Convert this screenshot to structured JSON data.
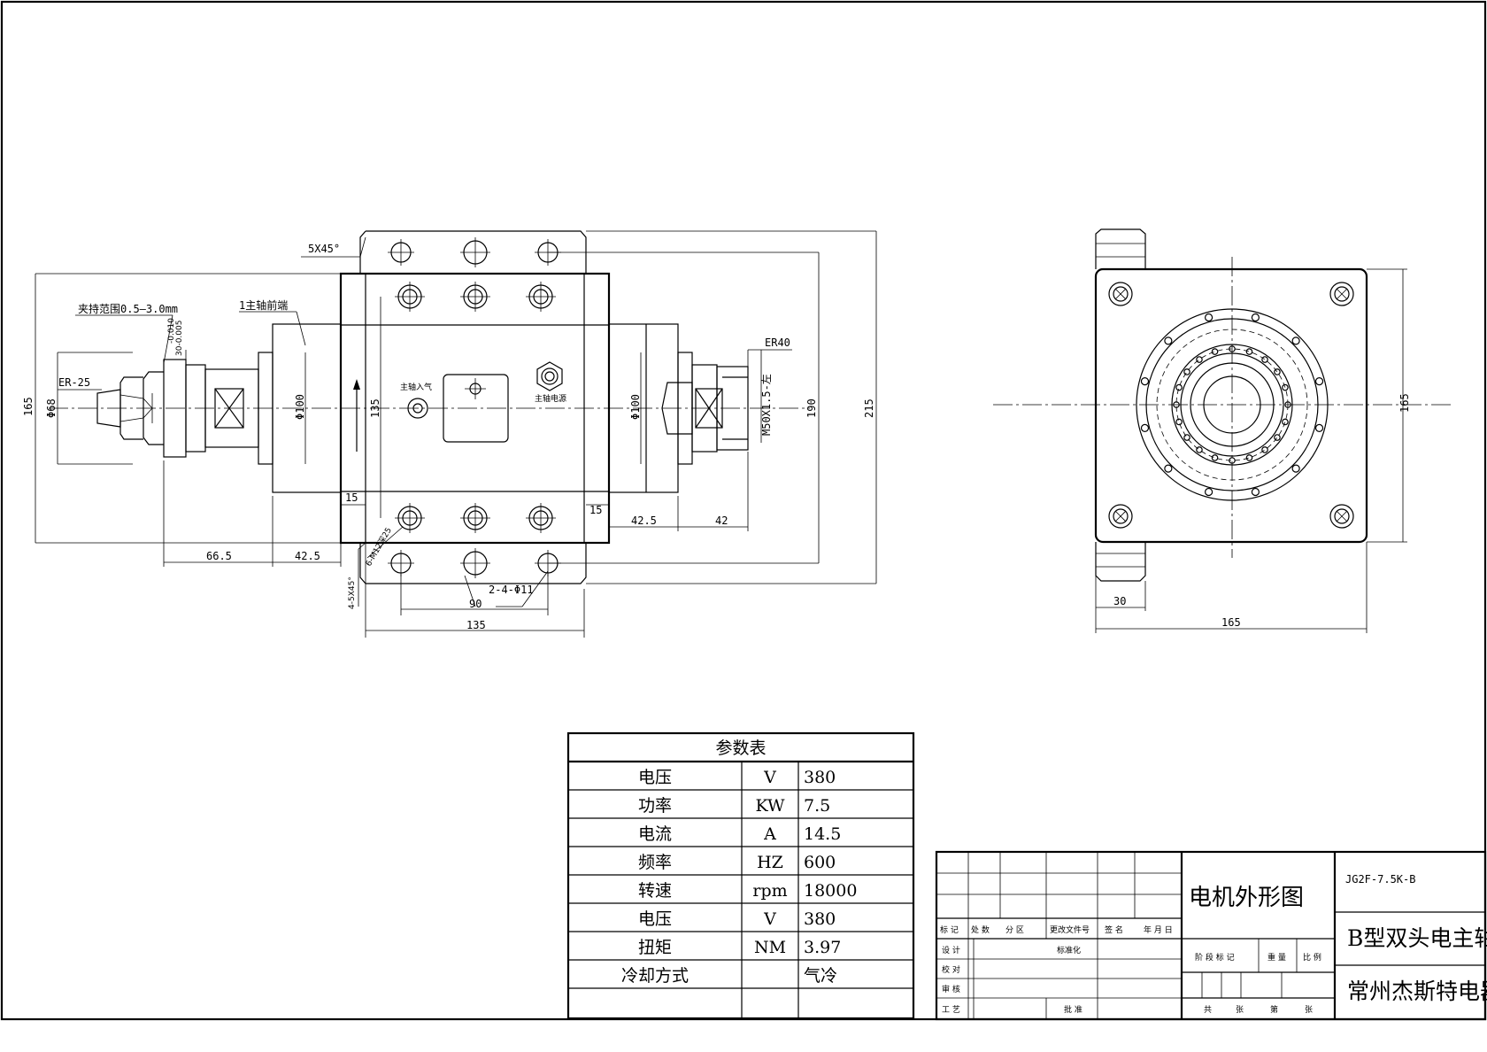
{
  "dimensions": {
    "front": {
      "d165": "165",
      "d68": "Φ68",
      "er25": "ER-25",
      "clamp_range": "夹持范围0.5—3.0mm",
      "tol": "30-0.005",
      "tol2": "-0.010",
      "front_end": "1主轴前端",
      "chamfer_top": "5X45°",
      "d100_left": "Φ100",
      "d135": "135",
      "d15_left": "15",
      "d15_right": "15",
      "air_in": "主轴入气",
      "power": "主轴电源",
      "d100_right": "Φ100",
      "er40": "ER40",
      "thread": "M50X1.5-左",
      "d190": "190",
      "d215": "215",
      "d66_5": "66.5",
      "d42_5_left": "42.5",
      "d42_5_right": "42.5",
      "d42": "42",
      "m12": "6-M12深25",
      "chamfer_bottom": "4-5X45°",
      "holes": "2-4-Φ11",
      "d90": "90",
      "d135_bottom": "135"
    },
    "side": {
      "d165_right": "165",
      "d30": "30",
      "d165_bottom": "165"
    }
  },
  "params": {
    "title": "参数表",
    "rows": [
      {
        "name": "电压",
        "unit": "V",
        "value": "380"
      },
      {
        "name": "功率",
        "unit": "KW",
        "value": "7.5"
      },
      {
        "name": "电流",
        "unit": "A",
        "value": "14.5"
      },
      {
        "name": "频率",
        "unit": "HZ",
        "value": "600"
      },
      {
        "name": "转速",
        "unit": "rpm",
        "value": "18000"
      },
      {
        "name": "电压",
        "unit": "V",
        "value": "380"
      },
      {
        "name": "扭矩",
        "unit": "NM",
        "value": "3.97"
      },
      {
        "name": "冷却方式",
        "unit": "",
        "value": "气冷"
      }
    ]
  },
  "titleblock": {
    "headers": [
      "标 记",
      "处 数",
      "分 区",
      "更改文件号",
      "签 名",
      "年 月 日"
    ],
    "design": "设 计",
    "std": "标准化",
    "check": "校 对",
    "review": "审 核",
    "process": "工 艺",
    "approve": "批 准",
    "stage": "阶 段 标 记",
    "weight": "重 量",
    "scale": "比 例",
    "total": "共",
    "sheets": "张",
    "no": "第",
    "sheet": "张",
    "drawing_name": "电机外形图",
    "model": "JG2F-7.5K-B",
    "product": "B型双头电主轴",
    "company": "常州杰斯特电器"
  }
}
